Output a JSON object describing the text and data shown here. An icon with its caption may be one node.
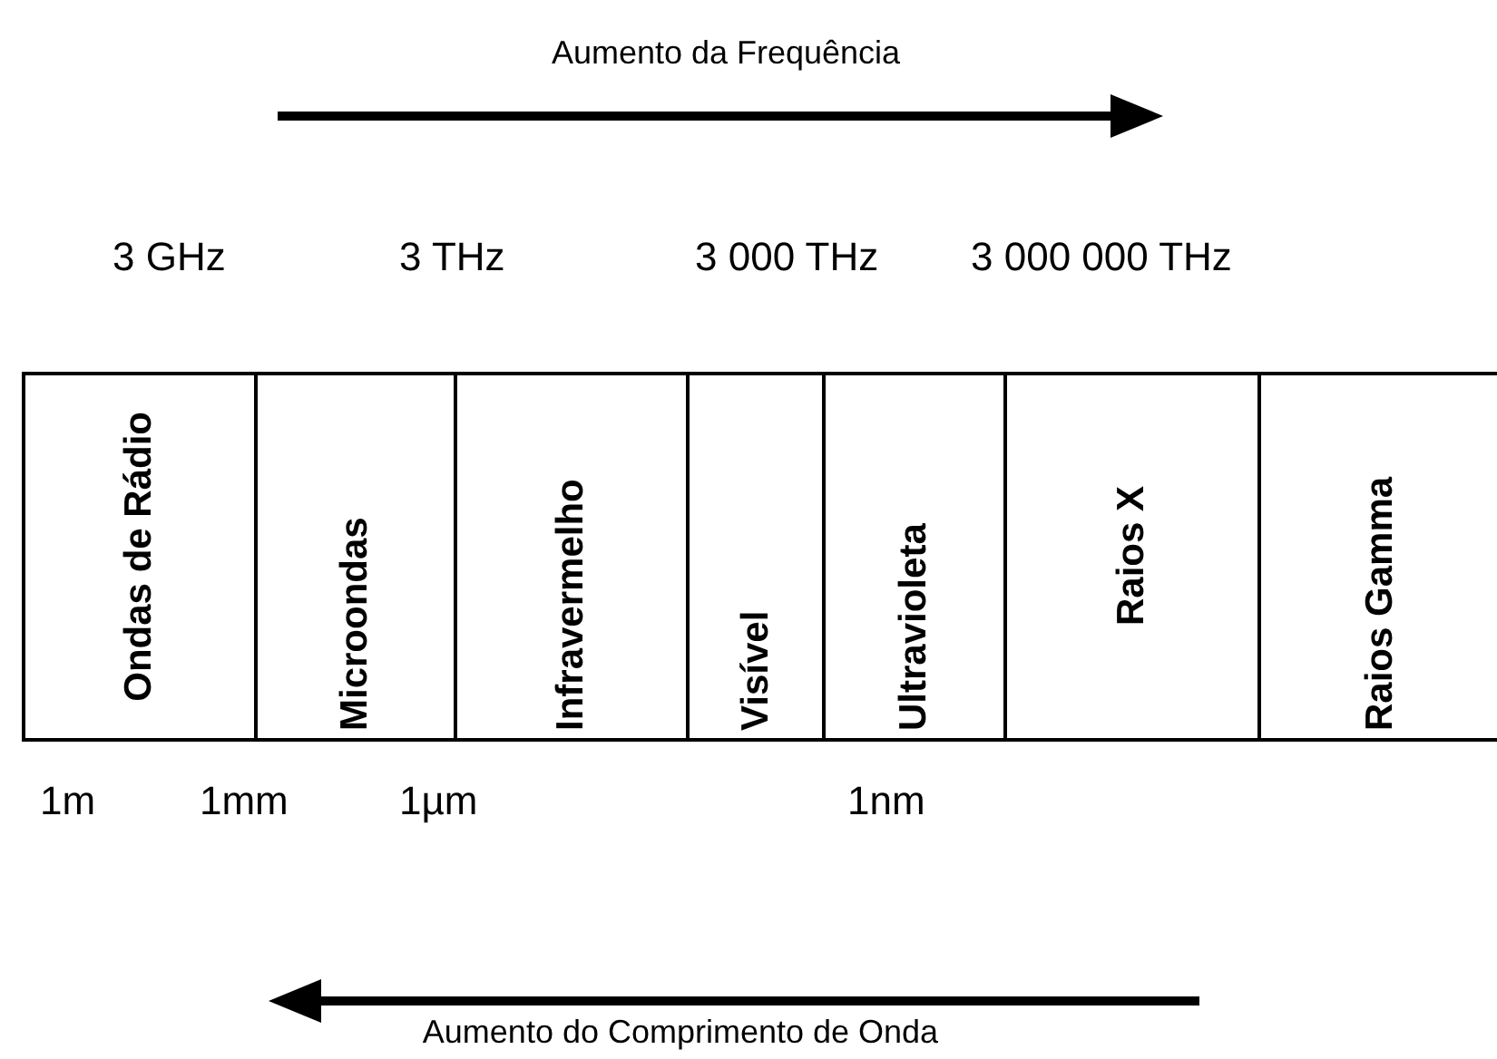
{
  "diagram": {
    "nodes": [
      {
        "text": [
          "Ondas de Rádio"
        ]
      },
      {
        "text": [
          "Microondas"
        ]
      },
      {
        "text": [
          "Infravermelho"
        ]
      },
      {
        "text": [
          "Visível"
        ]
      },
      {
        "text": [
          "Ultravioleta"
        ]
      },
      {
        "text": [
          "Raios X"
        ]
      },
      {
        "text": [
          "Raios Gamma"
        ]
      }
    ],
    "labels": [
      "Aumento da Frequência",
      "3 GHz",
      "3 THz",
      "3 000 THz",
      "3 000 000 THz",
      "1m",
      "1mm",
      "1µm",
      "1nm",
      "Aumento do Comprimento de Onda"
    ]
  }
}
